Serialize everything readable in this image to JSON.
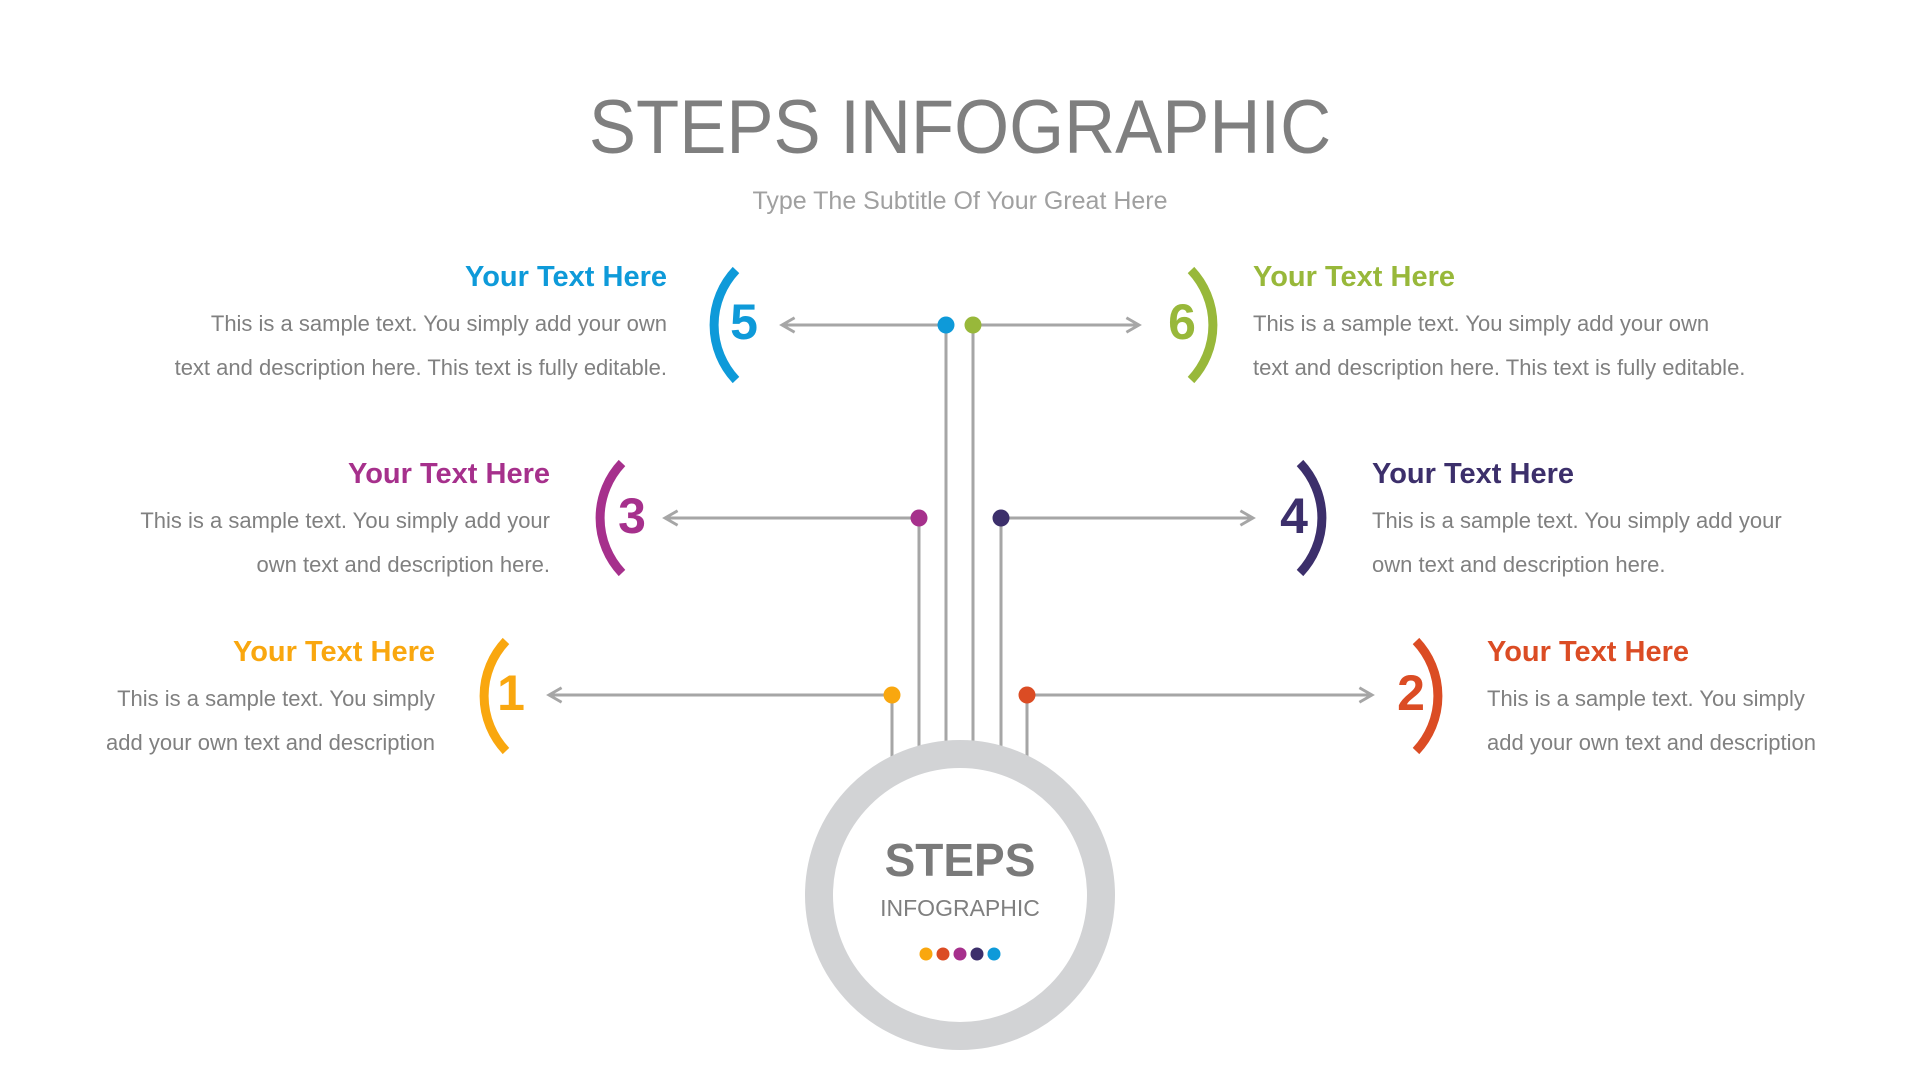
{
  "header": {
    "title": "STEPS INFOGRAPHIC",
    "subtitle": "Type The Subtitle Of Your Great Here"
  },
  "center": {
    "title": "STEPS",
    "subtitle": "INFOGRAPHIC",
    "ring_color": "#d2d3d5",
    "dot_colors": [
      "#f9a70f",
      "#db4c24",
      "#a6308c",
      "#3c2f6b",
      "#0e9ad9"
    ]
  },
  "steps": [
    {
      "number": "1",
      "heading": "Your Text Here",
      "body_line1": "This is a sample text. You simply",
      "body_line2": "add your own text and description",
      "color": "#f9a70f",
      "side": "left"
    },
    {
      "number": "2",
      "heading": "Your Text Here",
      "body_line1": "This is a sample text. You simply",
      "body_line2": "add your own text and description",
      "color": "#db4c24",
      "side": "right"
    },
    {
      "number": "3",
      "heading": "Your Text Here",
      "body_line1": "This is a sample text. You simply add your",
      "body_line2": "own text and description here.",
      "color": "#a6308c",
      "side": "left"
    },
    {
      "number": "4",
      "heading": "Your Text Here",
      "body_line1": "This is a sample text. You simply add your",
      "body_line2": "own text and description here.",
      "color": "#3c2f6b",
      "side": "right"
    },
    {
      "number": "5",
      "heading": "Your Text Here",
      "body_line1": "This is a sample text. You simply add your own",
      "body_line2": "text and description here. This text is fully editable.",
      "color": "#0e9ad9",
      "side": "left"
    },
    {
      "number": "6",
      "heading": "Your Text Here",
      "body_line1": "This is a sample text. You simply add your own",
      "body_line2": "text and description here. This text is fully editable.",
      "color": "#98b83a",
      "side": "right"
    }
  ],
  "styles": {
    "connector_color": "#a6a6a6",
    "text_color": "#808080"
  }
}
